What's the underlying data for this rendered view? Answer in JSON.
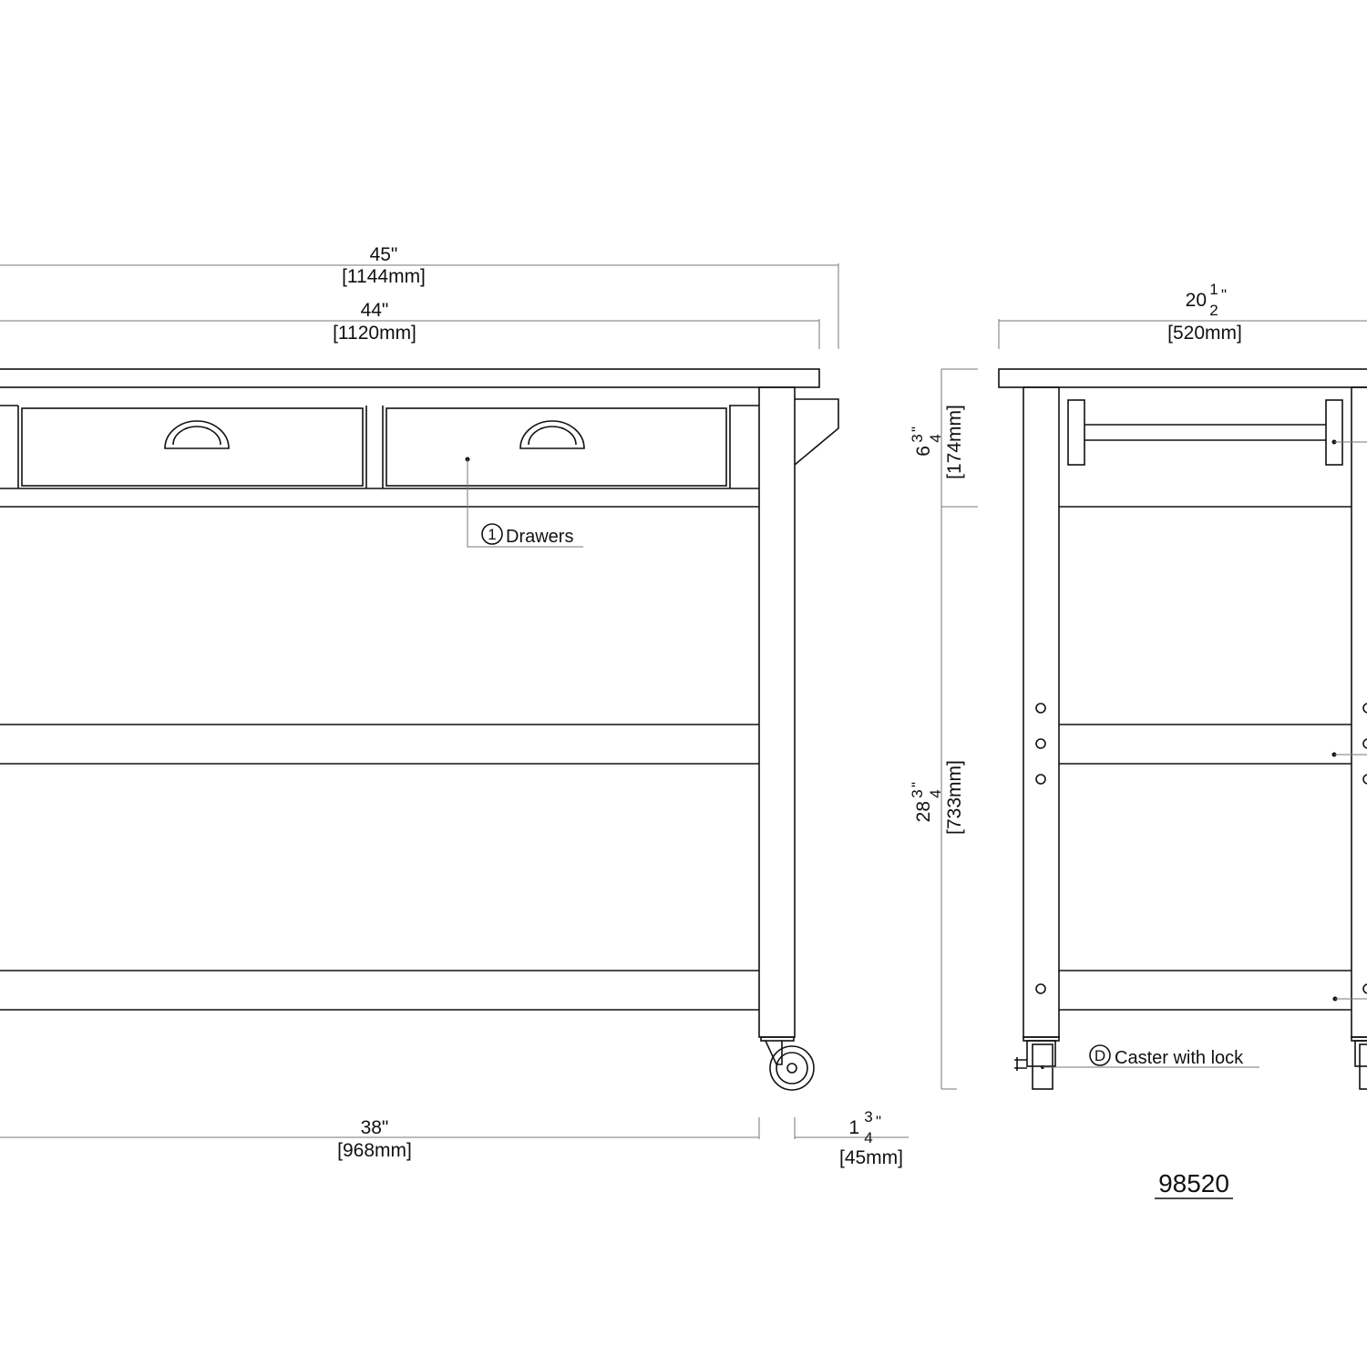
{
  "dimensions": {
    "overall_width": {
      "imperial": "45\"",
      "metric": "[1144mm]"
    },
    "top_width": {
      "imperial": "44\"",
      "metric": "[1120mm]"
    },
    "depth": {
      "whole": "20",
      "num": "1",
      "den": "2",
      "unit": "\"",
      "metric": "[520mm]"
    },
    "apron_height": {
      "whole": "6",
      "num": "3",
      "den": "4",
      "unit": "\"",
      "metric": "[174mm]"
    },
    "leg_height": {
      "whole": "28",
      "num": "3",
      "den": "4",
      "unit": "\"",
      "metric": "[733mm]"
    },
    "inner_span": {
      "imperial": "38\"",
      "metric": "[968mm]"
    },
    "leg_width": {
      "whole": "1",
      "num": "3",
      "den": "4",
      "unit": "\"",
      "metric": "[45mm]"
    }
  },
  "callouts": {
    "drawers": {
      "marker": "1",
      "label": "Drawers"
    },
    "caster": {
      "marker": "D",
      "label": "Caster with lock"
    }
  },
  "model_number": "98520"
}
